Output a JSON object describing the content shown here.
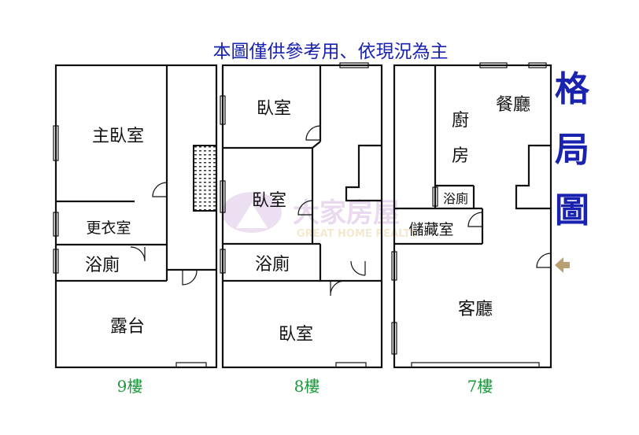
{
  "title": "本圖僅供參考用、依現況為主",
  "side_title": [
    "格",
    "局",
    "圖"
  ],
  "watermark": {
    "brand": "大家房屋",
    "subtitle": "GREAT HOME REALTY"
  },
  "floors": [
    {
      "label": "9樓",
      "rooms": [
        "主臥室",
        "更衣室",
        "浴廁",
        "露台"
      ]
    },
    {
      "label": "8樓",
      "rooms": [
        "臥室",
        "臥室",
        "浴廁",
        "臥室"
      ]
    },
    {
      "label": "7樓",
      "rooms": [
        "餐廳",
        "廚",
        "房",
        "浴廁",
        "儲藏室",
        "客廳"
      ]
    }
  ],
  "colors": {
    "title": "#1a22b0",
    "floor_label": "#1a9a3a",
    "entrance_arrow": "#b8a070"
  },
  "icons": [
    "entrance-arrow-icon",
    "stairs-icon",
    "window-icon",
    "door-icon"
  ]
}
